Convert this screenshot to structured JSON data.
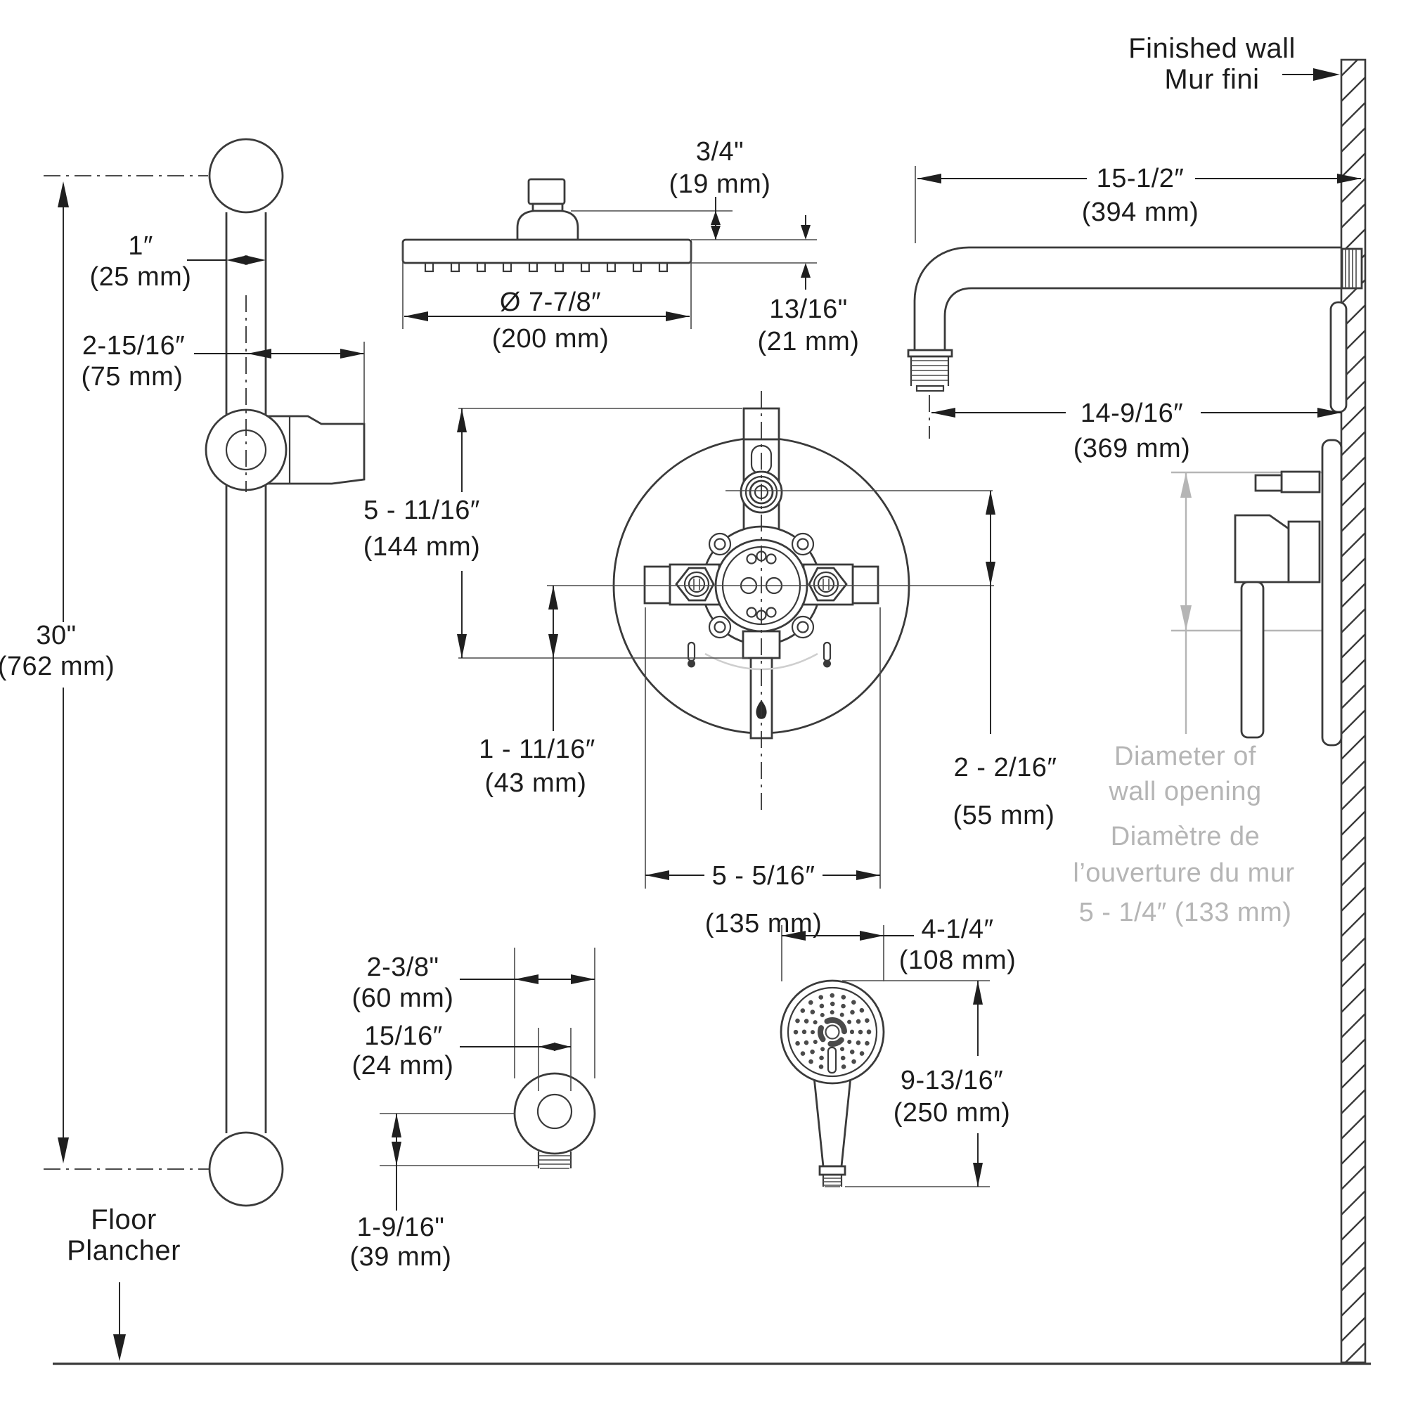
{
  "annotations": {
    "finished_wall": {
      "en": "Finished wall",
      "fr": "Mur fini"
    },
    "floor": {
      "en": "Floor",
      "fr": "Plancher"
    },
    "wall_opening": {
      "en1": "Diameter of",
      "en2": "wall opening",
      "fr1": "Diamètre de",
      "fr2": "l’ouverture du mur",
      "value": "5 - 1/4″ (133 mm)"
    }
  },
  "dims": {
    "slide_bar_height": {
      "in": "30\"",
      "mm": "(762 mm)"
    },
    "slide_bar_width": {
      "in": "1″",
      "mm": "(25 mm)"
    },
    "slider_offset": {
      "in": "2-15/16″",
      "mm": "(75 mm)"
    },
    "head_stem": {
      "in": "3/4\"",
      "mm": "(19 mm)"
    },
    "head_diameter": {
      "in": "Ø 7-7/8″",
      "mm": "(200 mm)"
    },
    "head_thickness": {
      "in": "13/16\"",
      "mm": "(21 mm)"
    },
    "arm_length_top": {
      "in": "15-1/2″",
      "mm": "(394 mm)"
    },
    "arm_length_bottom": {
      "in": "14-9/16″",
      "mm": "(369 mm)"
    },
    "valve_height": {
      "in": "5 - 11/16″",
      "mm": "(144 mm)"
    },
    "valve_drop": {
      "in": "1 - 11/16″",
      "mm": "(43 mm)"
    },
    "valve_width": {
      "in": "5 - 5/16″",
      "mm": "(135 mm)"
    },
    "valve_port_offset": {
      "in": "2 - 2/16″",
      "mm": "(55 mm)"
    },
    "elbow_width": {
      "in": "2-3/8\"",
      "mm": "(60 mm)"
    },
    "elbow_outlet": {
      "in": "15/16″",
      "mm": "(24 mm)"
    },
    "elbow_drop": {
      "in": "1-9/16\"",
      "mm": "(39 mm)"
    },
    "hand_shower_width": {
      "in": "4-1/4″",
      "mm": "(108 mm)"
    },
    "hand_shower_height": {
      "in": "9-13/16″",
      "mm": "(250 mm)"
    }
  },
  "colors": {
    "line": "#3a3a3a",
    "muted": "#b5b5b5"
  }
}
